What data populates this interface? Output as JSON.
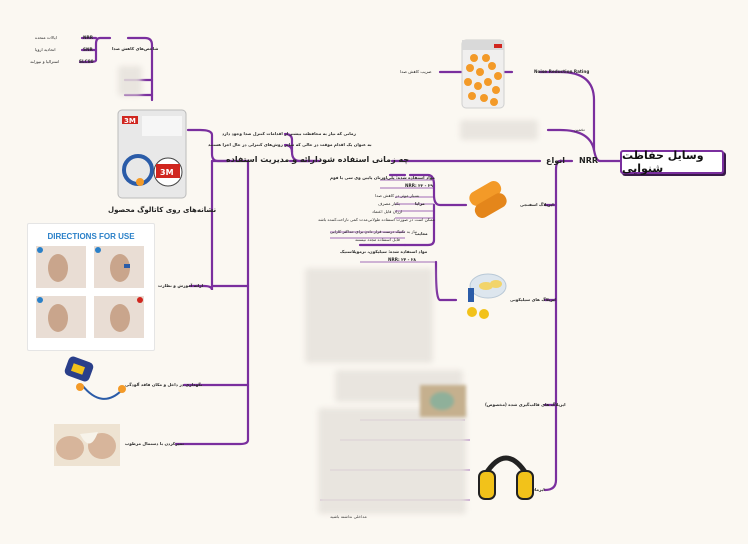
{
  "root": "وسایل حفاظت شنوایی",
  "branches": {
    "types": "انواع",
    "nrr": "NRR",
    "when_to_use": "چه زمانی استفاده شود",
    "management": "ارائه و مدیریت استفاده",
    "catalog_signs": "نشانه‌های روی کاتالوگ محصول",
    "noise_rating": "Noise Reduction Rating",
    "reduction_coef": "ضریب کاهش صدا",
    "calc": "تخمین"
  },
  "indicators": {
    "header": "شاخص‌های کاهش صدا",
    "items": [
      {
        "code": "NRR",
        "label": "ایالات متحده"
      },
      {
        "code": "SNR",
        "label": "اتحادیه اروپا"
      },
      {
        "code": "SLC80",
        "label": "استرالیا و نیوزلند"
      }
    ]
  },
  "when_notes": [
    "زمانی که نیاز به محافظت بیشتر از اقدامات کنترل صدا وجود دارد",
    "به عنوان یک اقدام موقت در حالی که سایر روش‌های کنترلی در حال اجرا هستند"
  ],
  "management_items": [
    "ارائه آموزش و نظارت",
    "نگهداری در داخل و مکان فاقد آلودگی",
    "تمیزکردن با دستمال مرطوب"
  ],
  "directions_title": "DIRECTIONS FOR USE",
  "types_list": [
    "ایرپلاگ اسفنجی",
    "ایرپلاگ های سیلیکونی",
    "ایرپلاگ های قالب‌گیری شده (مخصوص)",
    "ایرماف"
  ],
  "foam_details": [
    "مواد استفاده شده: پلی‌اورتان پایین وی سی یا فوم",
    "NRR: ۳۳ - ۲۹",
    "مزایا",
    "بسیار موثر در کاهش صدا",
    "یکبار مصرف",
    "ارزان قابل اعتماد",
    "معایب",
    "ممکن است در صورت استفاده طولانی‌مدت کمی ناراحت‌کننده باشد",
    "نیاز به تکنیک درست قرار دادن برای حداکثر کارایی",
    "قابل استفاده مجدد نیستند"
  ],
  "silicone_details": [
    "مواد استفاده شده: سیلیکون، ترموپلاستیک",
    "NRR: ۲۴ - ۲۸"
  ],
  "earmuff_note": "مداخلی نداشته باشید",
  "colors": {
    "branch": "#7a2f9e",
    "foam": "#f39a28",
    "muff": "#f2c21a"
  }
}
